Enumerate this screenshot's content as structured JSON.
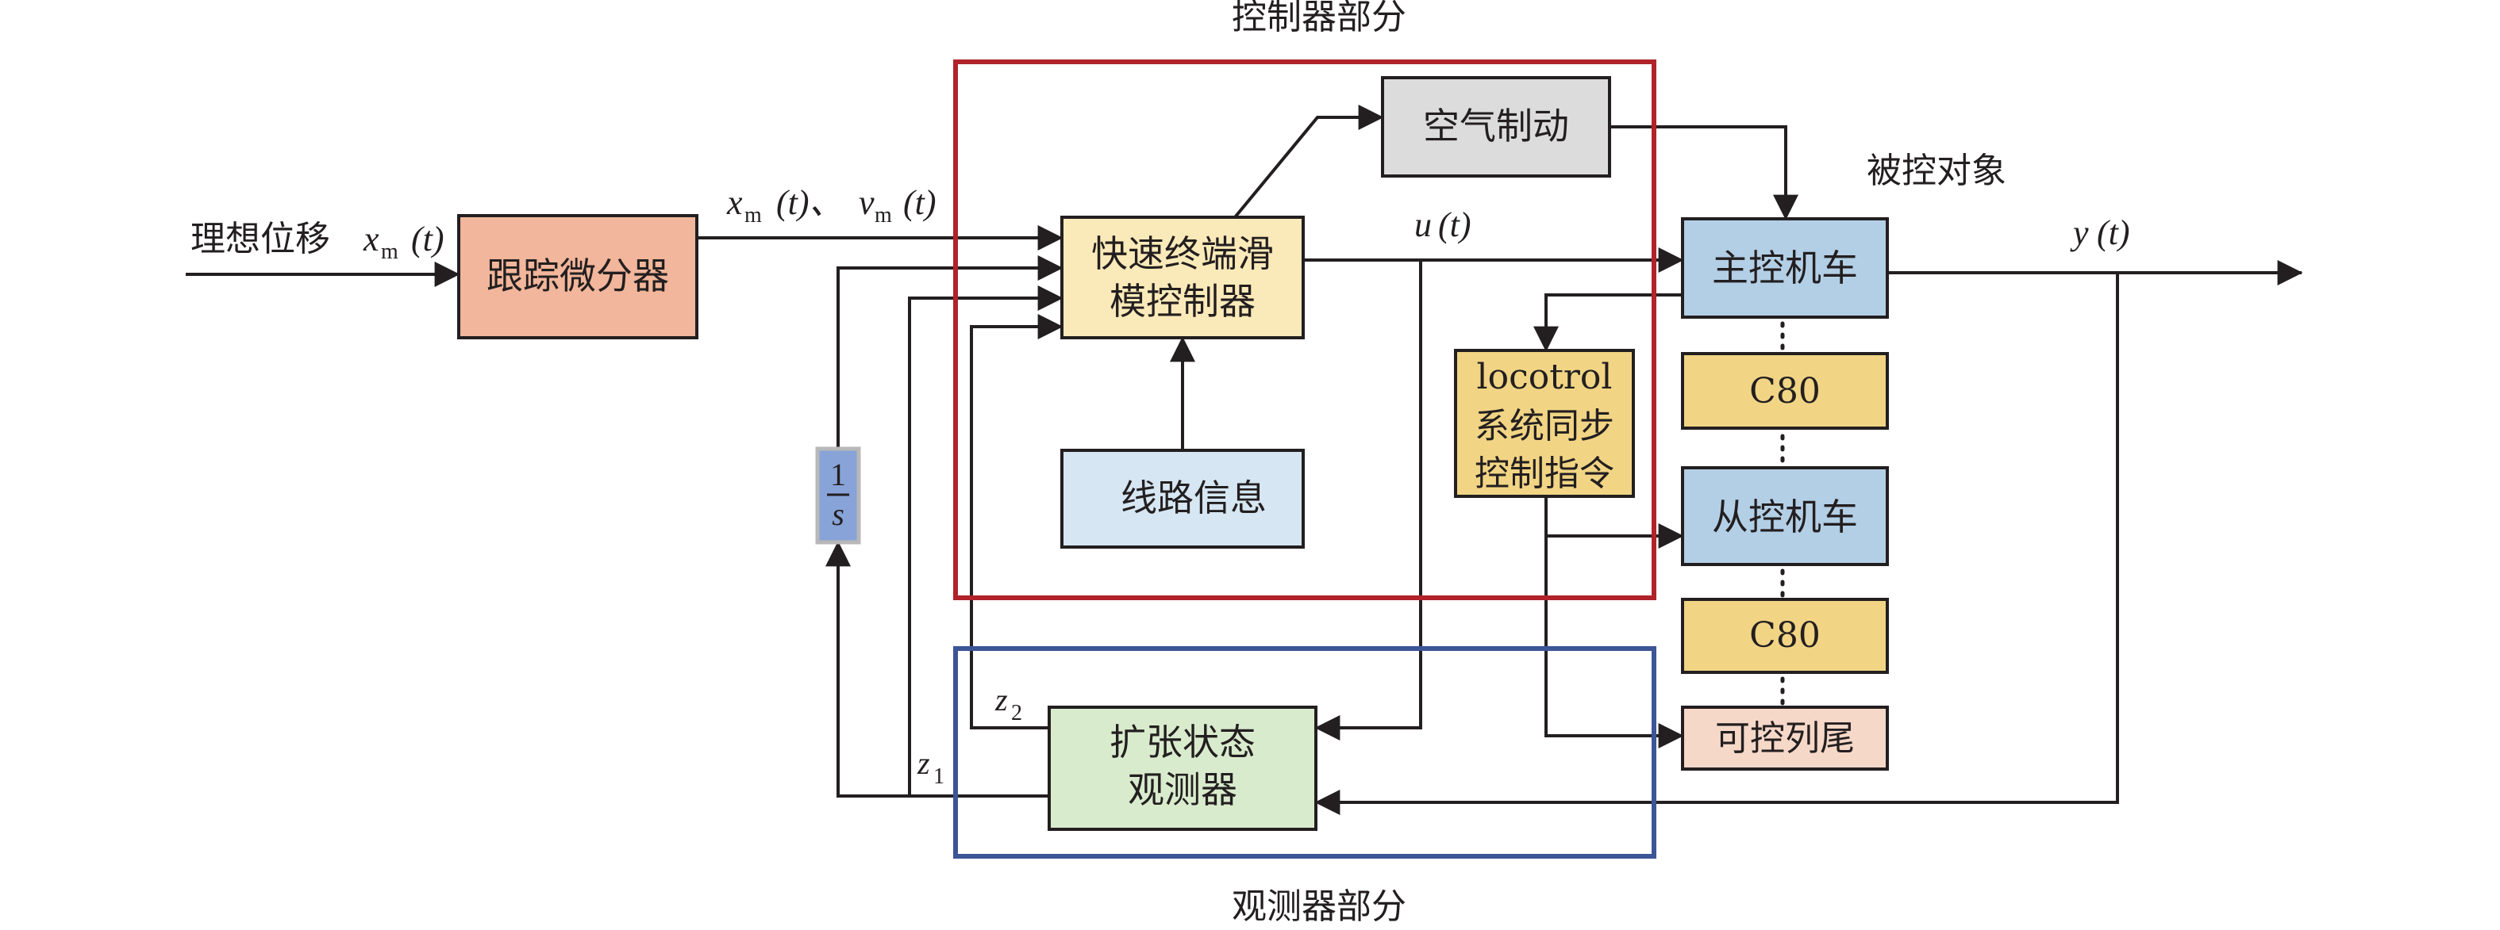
{
  "title_controller": "控制器部分",
  "title_observer": "观测器部分",
  "title_plant": "被控对象",
  "colors": {
    "controller_frame": "#b0232a",
    "observer_frame": "#3c5596",
    "tracking_diff": "#f1b69b",
    "smc": "#fbeab9",
    "air_brake": "#dcdcdc",
    "route_info": "#d6e6f2",
    "locotrol": "#f1d585",
    "master_loco": "#b3cfe6",
    "wagon": "#f1d585",
    "slave_loco": "#b3cfe6",
    "eot": "#f6d8c8",
    "eso": "#d9ebcd",
    "integrator": "#87a3d8"
  },
  "blocks": {
    "tracking_diff": "跟踪微分器",
    "smc_line1": "快速终端滑",
    "smc_line2": "模控制器",
    "air_brake": "空气制动",
    "route_info": "线路信息",
    "locotrol_line1": "locotrol",
    "locotrol_line2": "系统同步",
    "locotrol_line3": "控制指令",
    "master_loco": "主控机车",
    "wagon1": "C80",
    "slave_loco": "从控机车",
    "wagon2": "C80",
    "eot": "可控列尾",
    "eso_line1": "扩张状态",
    "eso_line2": "观测器",
    "integrator_num": "1",
    "integrator_den": "s"
  },
  "signals": {
    "input_text": "理想位移",
    "input_var": "x",
    "input_sub": "m",
    "input_arg": "(t)",
    "td_out_x": "x",
    "td_out_x_sub": "m",
    "td_out_x_arg": "(t)、",
    "td_out_v": "v",
    "td_out_v_sub": "m",
    "td_out_v_arg": "(t)",
    "control": "u",
    "control_arg": "(t)",
    "output": "y",
    "output_arg": "(t)",
    "z1": "z",
    "z1_sub": "1",
    "z2": "z",
    "z2_sub": "2"
  }
}
